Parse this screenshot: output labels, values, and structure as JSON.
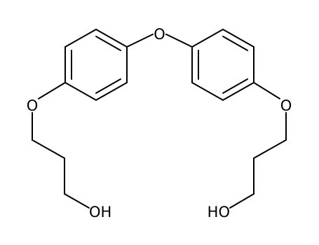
{
  "labels": {
    "ether_o": "O",
    "left_o": "O",
    "right_o": "O",
    "left_oh": "OH",
    "right_oh": "HO"
  },
  "colors": {
    "bond": "#000000",
    "text": "#000000",
    "background": "#ffffff"
  }
}
